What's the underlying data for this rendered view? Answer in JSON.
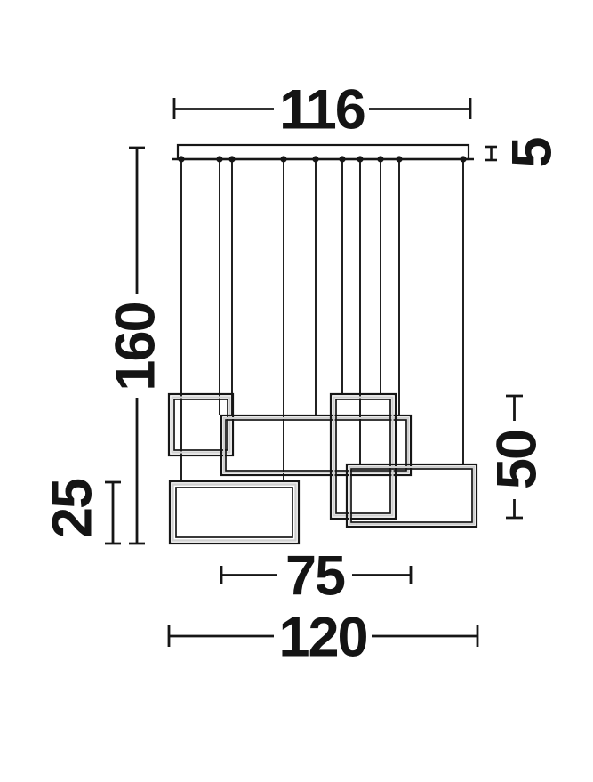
{
  "diagram": {
    "description": "Pendant lamp dimension drawing",
    "ink_color": "#161616",
    "dimensions": {
      "canopy_width": "116",
      "canopy_height": "5",
      "total_drop": "160",
      "left_frame_height": "25",
      "right_frame_height": "50",
      "middle_frame_width": "75",
      "overall_width": "120"
    }
  }
}
